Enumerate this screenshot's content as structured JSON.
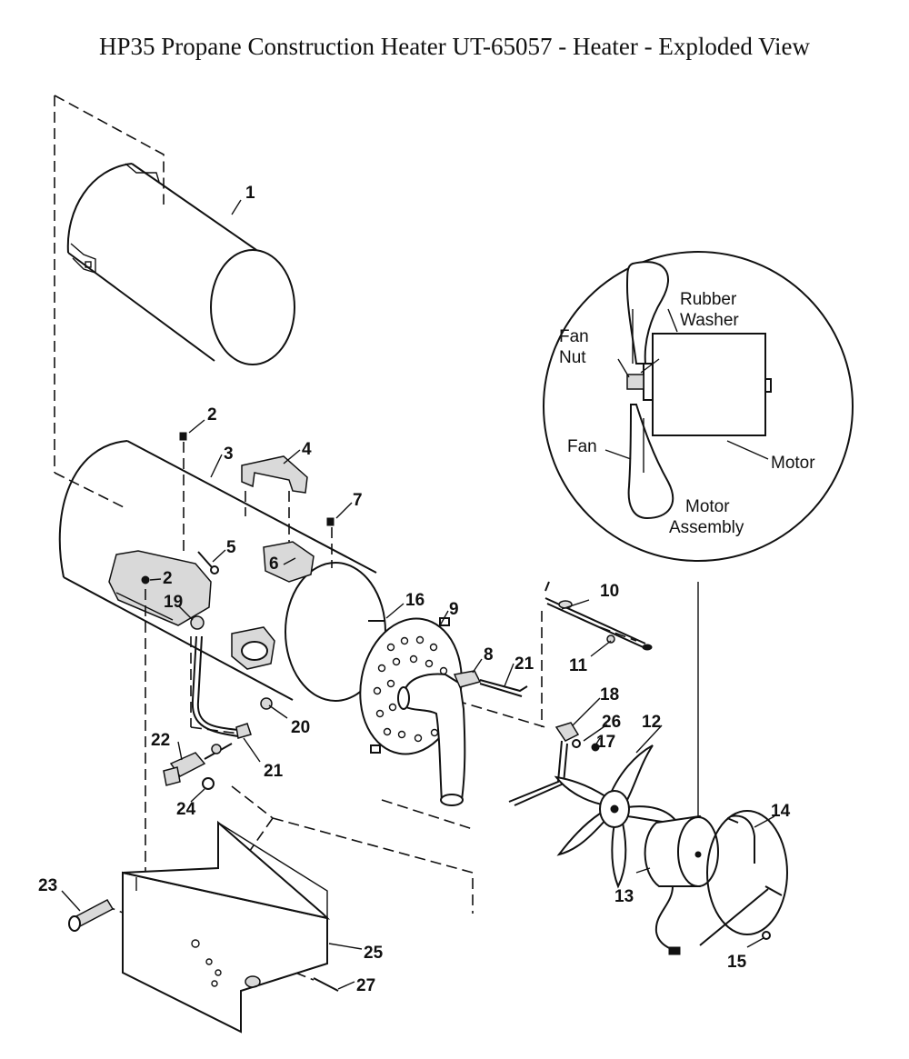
{
  "title": "HP35 Propane Construction Heater UT-65057 - Heater - Exploded View",
  "part_numbers": {
    "p1": "1",
    "p2a": "2",
    "p2b": "2",
    "p3": "3",
    "p4": "4",
    "p5": "5",
    "p6": "6",
    "p7": "7",
    "p8": "8",
    "p9": "9",
    "p10": "10",
    "p11": "11",
    "p12": "12",
    "p13": "13",
    "p14": "14",
    "p15": "15",
    "p16": "16",
    "p17": "17",
    "p18": "18",
    "p19": "19",
    "p20": "20",
    "p21a": "21",
    "p21b": "21",
    "p22": "22",
    "p23": "23",
    "p24": "24",
    "p25": "25",
    "p26": "26",
    "p27": "27"
  },
  "inset": {
    "rubber_line1": "Rubber",
    "rubber_line2": "Washer",
    "fan_nut_line1": "Fan",
    "fan_nut_line2": "Nut",
    "fan": "Fan",
    "motor": "Motor",
    "assembly_line1": "Motor",
    "assembly_line2": "Assembly"
  }
}
